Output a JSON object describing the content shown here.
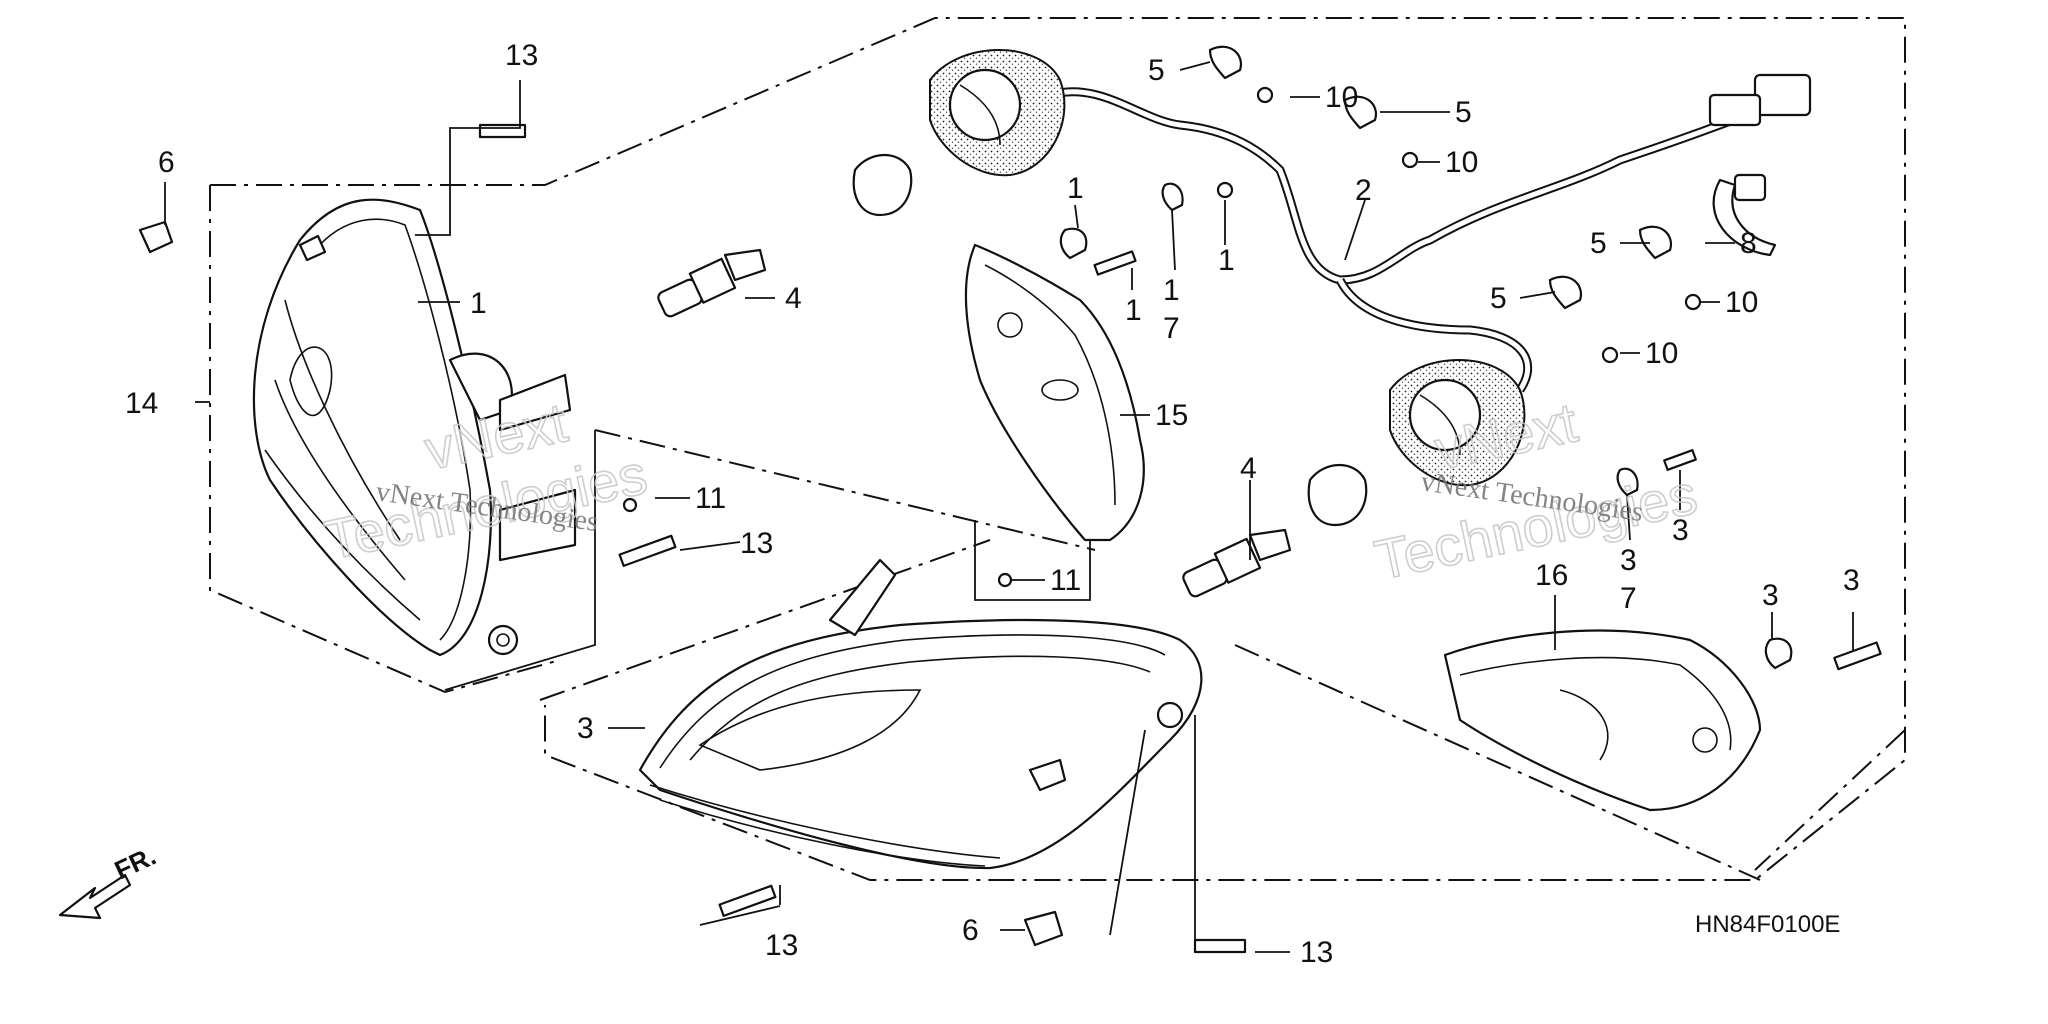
{
  "diagram": {
    "part_code": "HN84F0100E",
    "front_label": "FR.",
    "watermark": {
      "brand": "vNext Technologies",
      "line1": "vNext",
      "line2": "Technologies"
    },
    "callouts": [
      {
        "id": "c13a",
        "label": "13"
      },
      {
        "id": "c6a",
        "label": "6"
      },
      {
        "id": "c1a",
        "label": "1"
      },
      {
        "id": "c14",
        "label": "14"
      },
      {
        "id": "c4a",
        "label": "4"
      },
      {
        "id": "c11a",
        "label": "11"
      },
      {
        "id": "c13b",
        "label": "13"
      },
      {
        "id": "c11b",
        "label": "11"
      },
      {
        "id": "c3a",
        "label": "3"
      },
      {
        "id": "c13c",
        "label": "13"
      },
      {
        "id": "c6b",
        "label": "6"
      },
      {
        "id": "c13d",
        "label": "13"
      },
      {
        "id": "c1b",
        "label": "1"
      },
      {
        "id": "c1c",
        "label": "1"
      },
      {
        "id": "c1d",
        "label": "1"
      },
      {
        "id": "c1e",
        "label": "1"
      },
      {
        "id": "c7a",
        "label": "7"
      },
      {
        "id": "c15",
        "label": "15"
      },
      {
        "id": "c4b",
        "label": "4"
      },
      {
        "id": "c5a",
        "label": "5"
      },
      {
        "id": "c10a",
        "label": "10"
      },
      {
        "id": "c5b",
        "label": "5"
      },
      {
        "id": "c10b",
        "label": "10"
      },
      {
        "id": "c2",
        "label": "2"
      },
      {
        "id": "c5c",
        "label": "5"
      },
      {
        "id": "c8",
        "label": "8"
      },
      {
        "id": "c5d",
        "label": "5"
      },
      {
        "id": "c10c",
        "label": "10"
      },
      {
        "id": "c10d",
        "label": "10"
      },
      {
        "id": "c3b",
        "label": "3"
      },
      {
        "id": "c7b",
        "label": "7"
      },
      {
        "id": "c3c",
        "label": "3"
      },
      {
        "id": "c16",
        "label": "16"
      },
      {
        "id": "c3d",
        "label": "3"
      },
      {
        "id": "c3e",
        "label": "3"
      }
    ]
  }
}
